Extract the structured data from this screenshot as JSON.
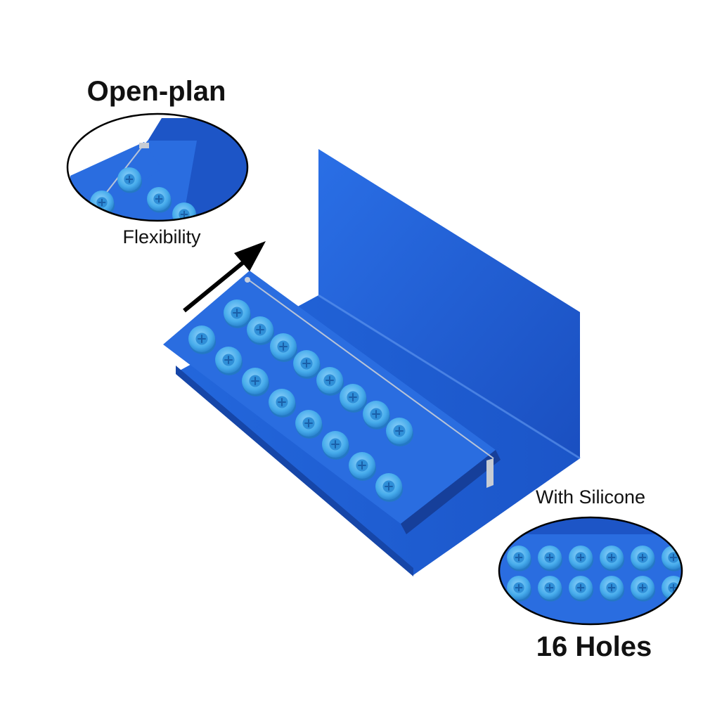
{
  "labels": {
    "open_plan": "Open-plan",
    "flexibility": "Flexibility",
    "with_silicone": "With Silicone",
    "holes": "16 Holes"
  },
  "colors": {
    "tray_blue": "#1f5fd6",
    "tray_dark": "#153f9e",
    "silicone": "#3fa6ea",
    "silicone_light": "#7cc8f6"
  },
  "product": {
    "hole_count": 16
  }
}
